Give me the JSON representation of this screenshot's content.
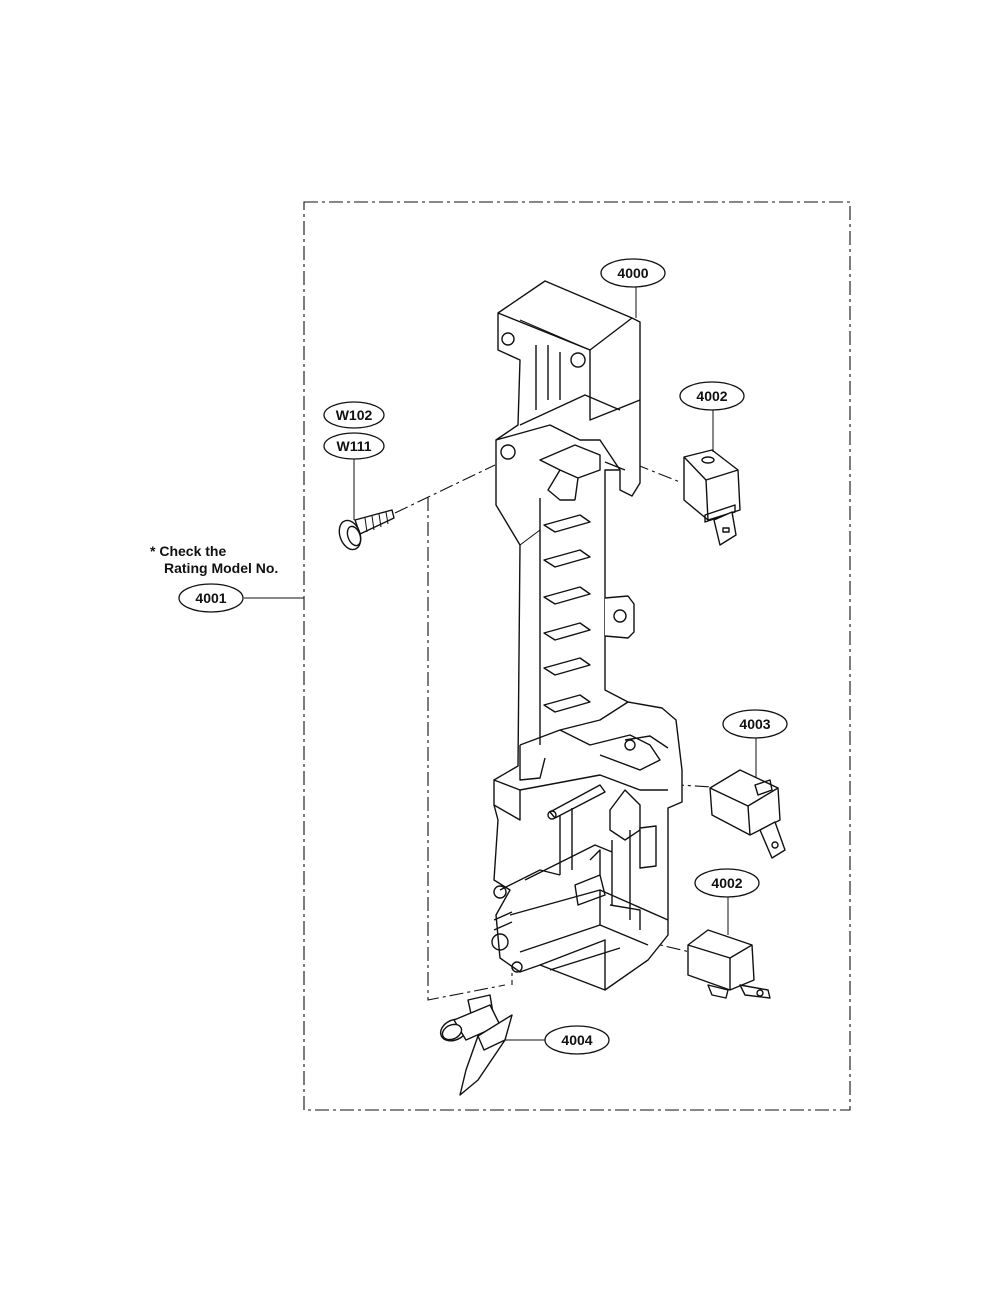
{
  "note": {
    "line1": "* Check the",
    "line2": "Rating Model No."
  },
  "callouts": {
    "c4000": "4000",
    "c4002a": "4002",
    "cw102": "W102",
    "cw111": "W111",
    "c4001": "4001",
    "c4003": "4003",
    "c4002b": "4002",
    "c4004": "4004"
  }
}
